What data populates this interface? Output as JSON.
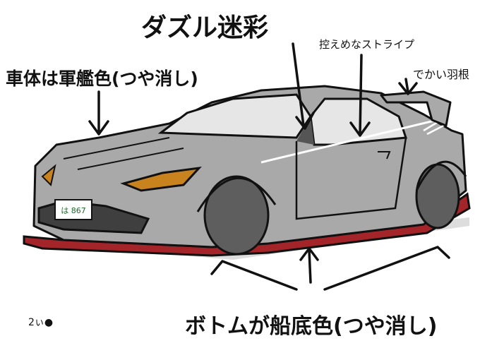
{
  "annotations": {
    "title": "ダズル迷彩",
    "body_color": "車体は軍艦色(つや消し)",
    "stripe": "控えめなストライプ",
    "wing": "でかい羽根",
    "bottom_color": "ボトムが船底色(つや消し)"
  },
  "license_plate": "は 867",
  "signature": "2ぃ●",
  "colors": {
    "body": "#a9a9a9",
    "bottom": "#a3252a",
    "tire": "#5e5e5e",
    "window": "#e6e6e6",
    "ink": "#111111",
    "headlight": "#c8821e"
  }
}
